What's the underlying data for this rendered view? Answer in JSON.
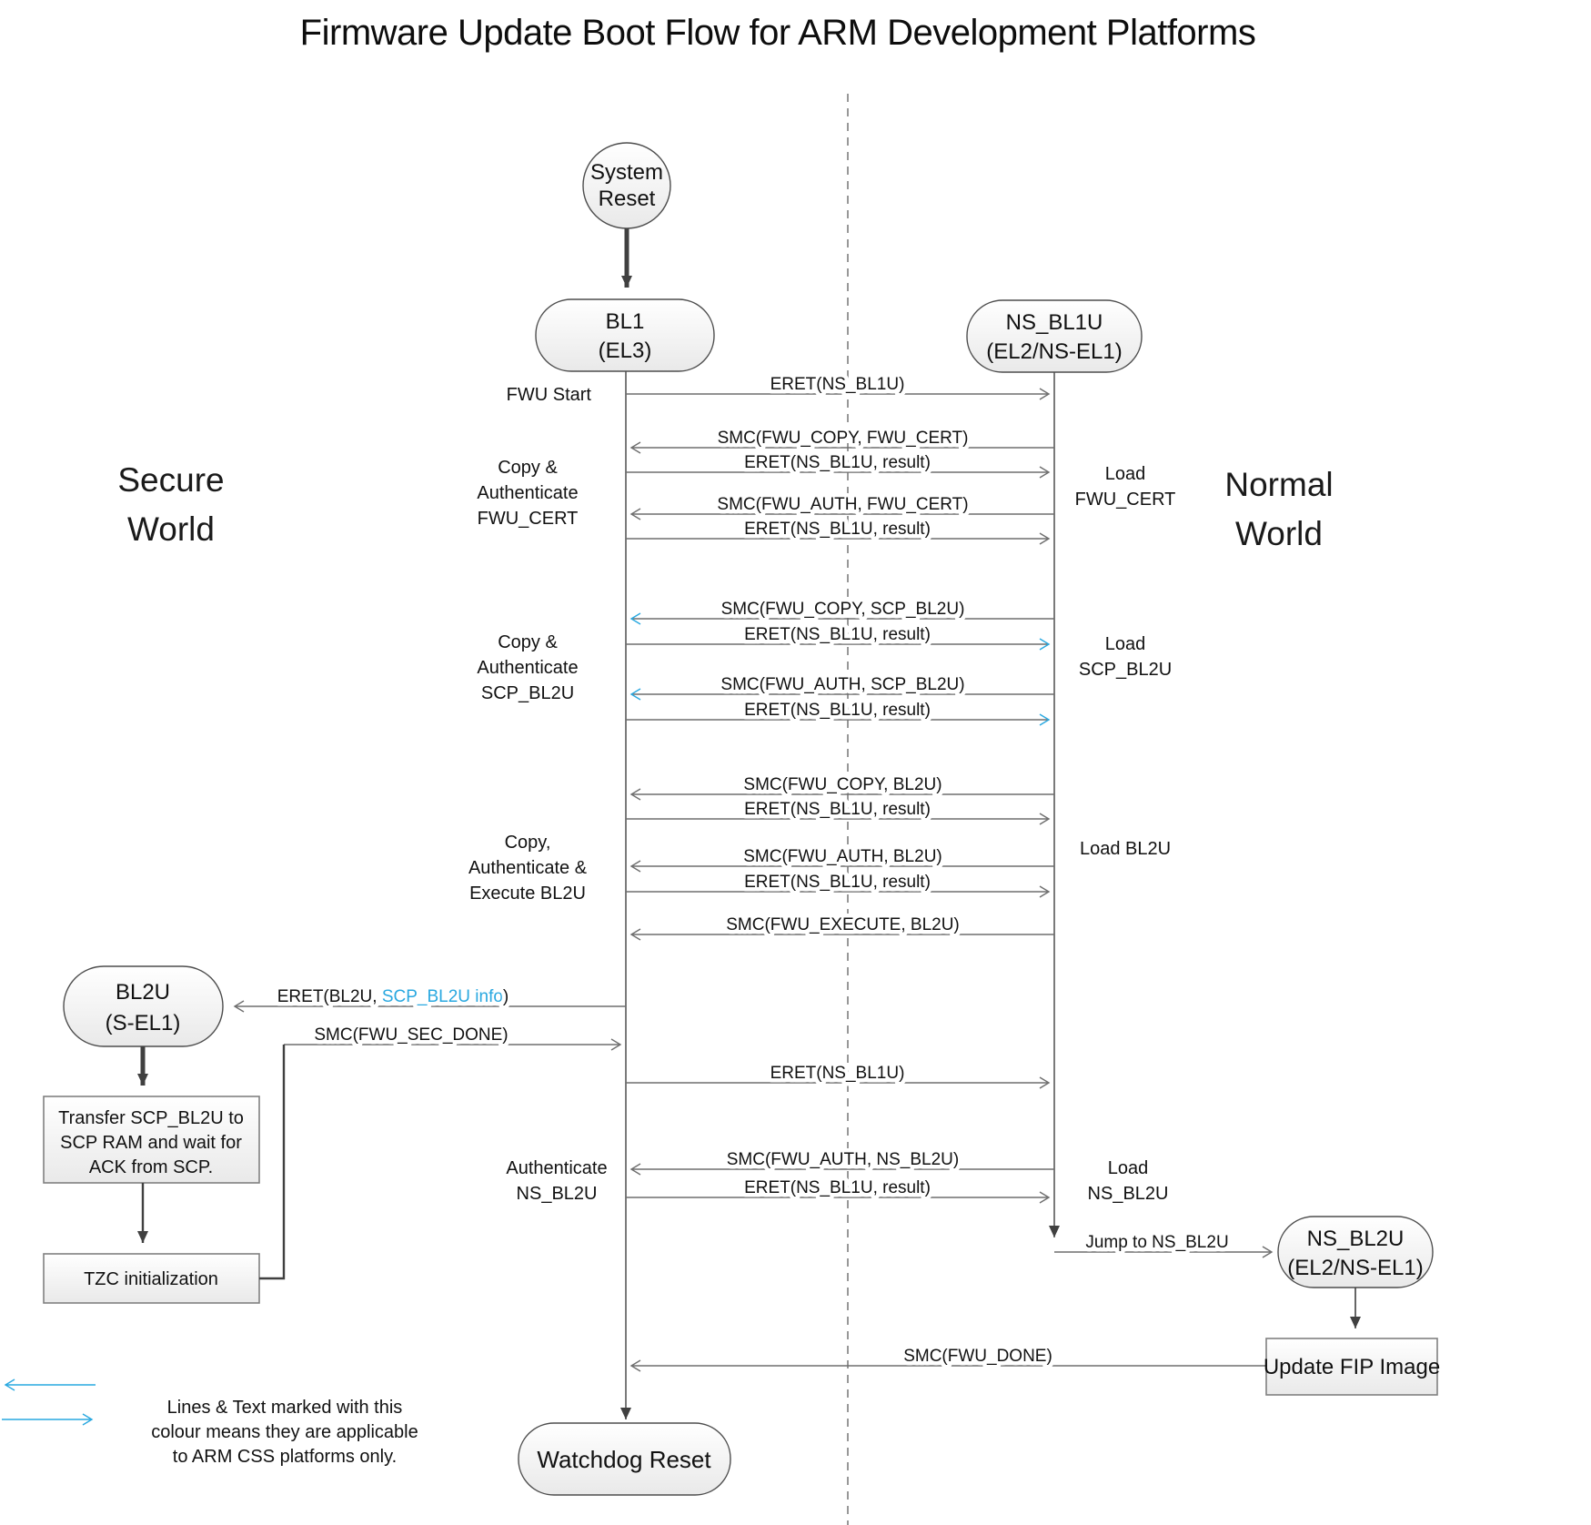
{
  "title": "Firmware Update Boot Flow for ARM Development Platforms",
  "colors": {
    "accent": "#29A8E0",
    "line_gray": "#6e6e6e",
    "text": "#111111"
  },
  "worlds": {
    "secure": [
      "Secure",
      "World"
    ],
    "normal": [
      "Normal",
      "World"
    ]
  },
  "nodes": {
    "system_reset": [
      "System",
      "Reset"
    ],
    "bl1": [
      "BL1",
      "(EL3)"
    ],
    "ns_bl1u": [
      "NS_BL1U",
      "(EL2/NS-EL1)"
    ],
    "bl2u": [
      "BL2U",
      "(S-EL1)"
    ],
    "transfer_scp": [
      "Transfer SCP_BL2U to",
      "SCP RAM and wait for",
      "ACK from SCP."
    ],
    "tzc": "TZC initialization",
    "ns_bl2u": [
      "NS_BL2U",
      "(EL2/NS-EL1)"
    ],
    "update_fip": "Update FIP Image",
    "watchdog": "Watchdog Reset"
  },
  "side_labels": {
    "fwu_start": "FWU Start",
    "copy_auth_fwu_cert": [
      "Copy &",
      "Authenticate",
      "FWU_CERT"
    ],
    "load_fwu_cert": [
      "Load",
      "FWU_CERT"
    ],
    "copy_auth_scp_bl2u": [
      "Copy &",
      "Authenticate",
      "SCP_BL2U"
    ],
    "load_scp_bl2u": [
      "Load",
      "SCP_BL2U"
    ],
    "copy_auth_exec_bl2u": [
      "Copy,",
      "Authenticate &",
      "Execute BL2U"
    ],
    "load_bl2u": "Load BL2U",
    "auth_ns_bl2u": [
      "Authenticate",
      "NS_BL2U"
    ],
    "load_ns_bl2u": [
      "Load",
      "NS_BL2U"
    ]
  },
  "eret_bl2u": {
    "pre": "ERET(BL2U, ",
    "accent": "SCP_BL2U info",
    "post": ")"
  },
  "messages": [
    {
      "name": "eret-ns-bl1u",
      "label": "ERET(NS_BL1U)",
      "dir": "right",
      "accent": false
    },
    {
      "name": "smc-fwu-copy-fwu-cert",
      "label": "SMC(FWU_COPY, FWU_CERT)",
      "dir": "left",
      "accent": false
    },
    {
      "name": "eret-ns-bl1u-result-1",
      "label": "ERET(NS_BL1U, result)",
      "dir": "right",
      "accent": false
    },
    {
      "name": "smc-fwu-auth-fwu-cert",
      "label": "SMC(FWU_AUTH, FWU_CERT)",
      "dir": "left",
      "accent": false
    },
    {
      "name": "eret-ns-bl1u-result-2",
      "label": "ERET(NS_BL1U, result)",
      "dir": "right",
      "accent": false
    },
    {
      "name": "smc-fwu-copy-scp-bl2u",
      "label": "SMC(FWU_COPY, SCP_BL2U)",
      "dir": "left",
      "accent": true
    },
    {
      "name": "eret-ns-bl1u-result-3",
      "label": "ERET(NS_BL1U, result)",
      "dir": "right",
      "accent": true
    },
    {
      "name": "smc-fwu-auth-scp-bl2u",
      "label": "SMC(FWU_AUTH, SCP_BL2U)",
      "dir": "left",
      "accent": true
    },
    {
      "name": "eret-ns-bl1u-result-4",
      "label": "ERET(NS_BL1U, result)",
      "dir": "right",
      "accent": true
    },
    {
      "name": "smc-fwu-copy-bl2u",
      "label": "SMC(FWU_COPY, BL2U)",
      "dir": "left",
      "accent": false
    },
    {
      "name": "eret-ns-bl1u-result-5",
      "label": "ERET(NS_BL1U, result)",
      "dir": "right",
      "accent": false
    },
    {
      "name": "smc-fwu-auth-bl2u",
      "label": "SMC(FWU_AUTH, BL2U)",
      "dir": "left",
      "accent": false
    },
    {
      "name": "eret-ns-bl1u-result-6",
      "label": "ERET(NS_BL1U, result)",
      "dir": "right",
      "accent": false
    },
    {
      "name": "smc-fwu-execute-bl2u",
      "label": "SMC(FWU_EXECUTE, BL2U)",
      "dir": "left",
      "accent": false
    },
    {
      "name": "smc-fwu-sec-done",
      "label": "SMC(FWU_SEC_DONE)",
      "dir": "right",
      "accent": false
    },
    {
      "name": "eret-ns-bl1u-2",
      "label": "ERET(NS_BL1U)",
      "dir": "right",
      "accent": false
    },
    {
      "name": "smc-fwu-auth-ns-bl2u",
      "label": "SMC(FWU_AUTH, NS_BL2U)",
      "dir": "left",
      "accent": false
    },
    {
      "name": "eret-ns-bl1u-result-7",
      "label": "ERET(NS_BL1U, result)",
      "dir": "right",
      "accent": false
    },
    {
      "name": "jump-to-ns-bl2u",
      "label": "Jump to NS_BL2U",
      "dir": "right",
      "accent": false
    },
    {
      "name": "smc-fwu-done",
      "label": "SMC(FWU_DONE)",
      "dir": "left",
      "accent": false
    }
  ],
  "legend": [
    "Lines & Text marked with this",
    "colour means they are applicable",
    "to ARM CSS platforms only."
  ]
}
